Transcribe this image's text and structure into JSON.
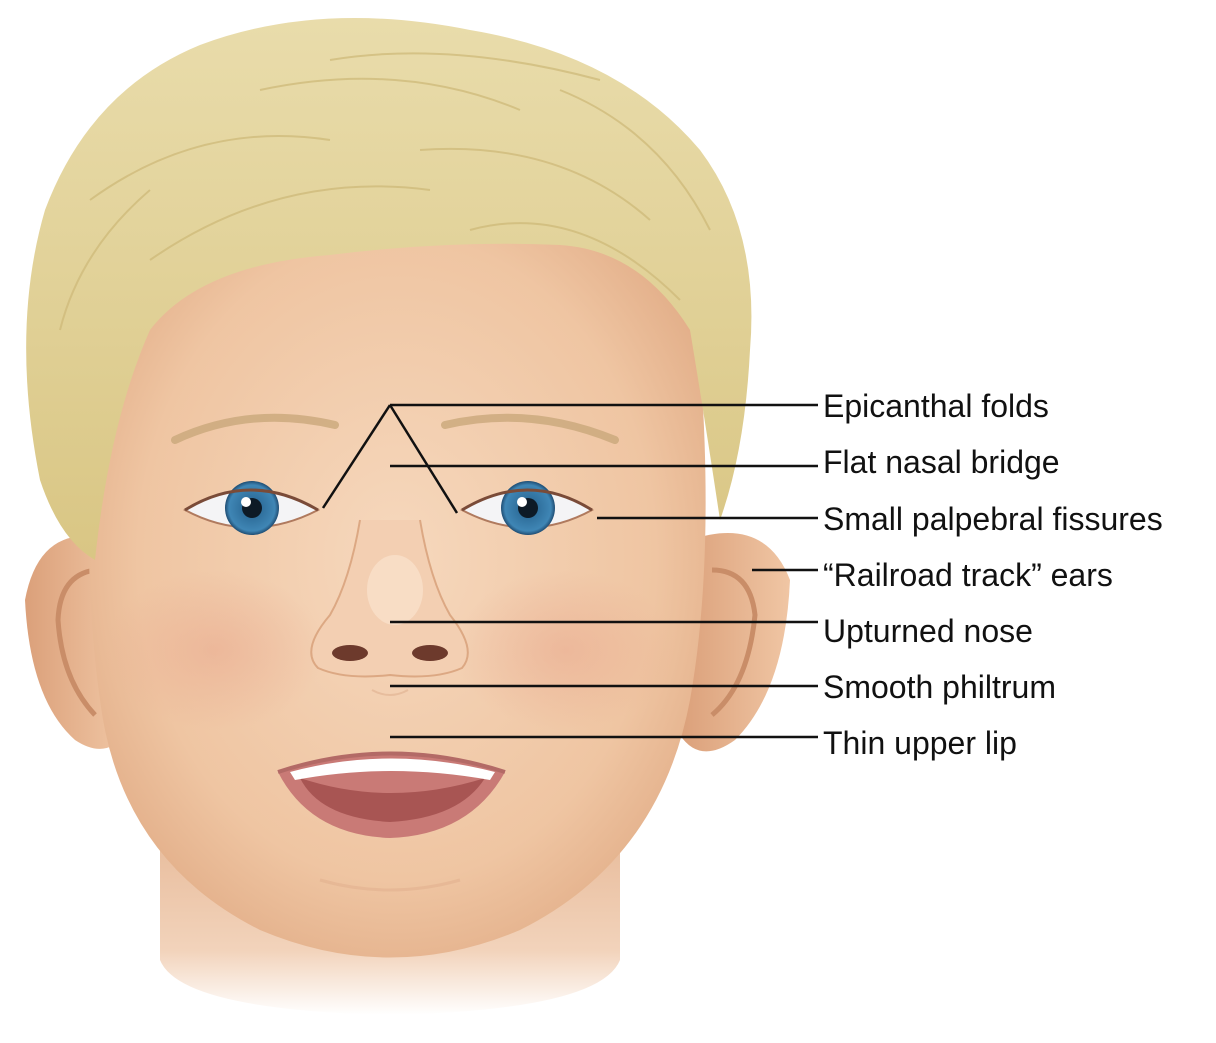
{
  "labels": [
    "Epicanthal folds",
    "Flat nasal bridge",
    "Small palpebral fissures",
    "“Railroad track” ears",
    "Upturned nose",
    "Smooth philtrum",
    "Thin upper lip"
  ],
  "colors": {
    "hair": "#e3d49c",
    "skin": "#f1c9a8",
    "iris": "#2f6f9c",
    "leader_line": "#111111",
    "background": "#ffffff"
  }
}
